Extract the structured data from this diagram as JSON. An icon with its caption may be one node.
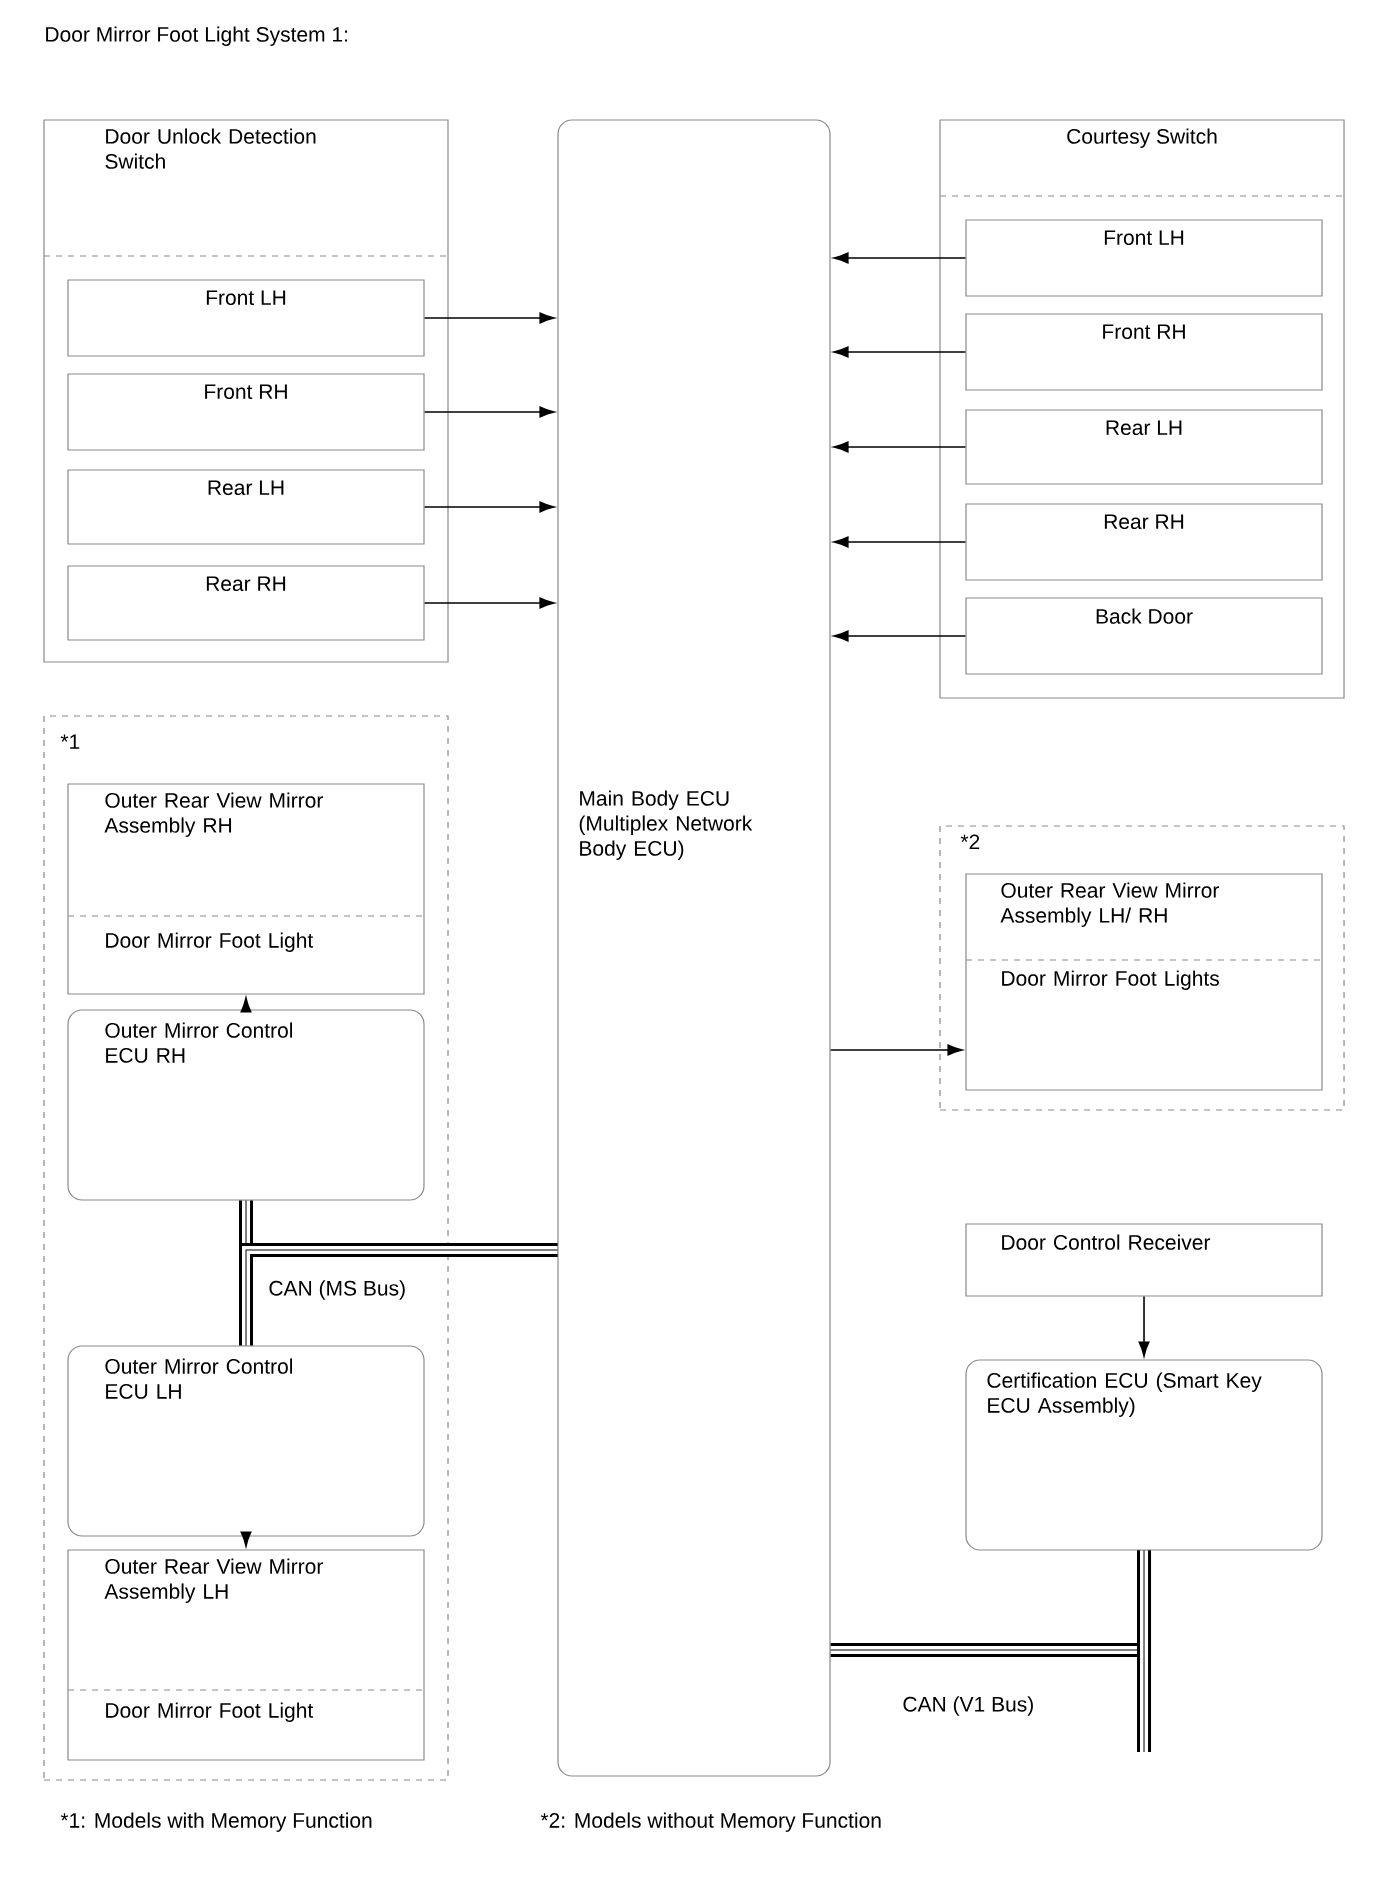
{
  "diagram": {
    "title": "Door Mirror Foot Light System 1:",
    "nodes": [
      {
        "text": [
          "Door Unlock Detection Switch"
        ]
      },
      {
        "text": [
          "Front LH"
        ],
        "in": 0
      },
      {
        "text": [
          "Front RH"
        ],
        "in": 0
      },
      {
        "text": [
          "Rear LH"
        ],
        "in": 0
      },
      {
        "text": [
          "Rear RH"
        ],
        "in": 0
      },
      {
        "text": [
          "Main Body ECU (Multiplex Network Body ECU)"
        ]
      },
      {
        "text": [
          "Courtesy Switch"
        ]
      },
      {
        "text": [
          "Front LH"
        ],
        "in": 6
      },
      {
        "text": [
          "Front RH"
        ],
        "in": 6
      },
      {
        "text": [
          "Rear LH"
        ],
        "in": 6
      },
      {
        "text": [
          "Rear RH"
        ],
        "in": 6
      },
      {
        "text": [
          "Back Door"
        ],
        "in": 6
      },
      {
        "text": [
          "*1"
        ]
      },
      {
        "text": [
          "Outer Rear View Mirror Assembly RH",
          "Door Mirror Foot Light"
        ],
        "in": 12
      },
      {
        "text": [
          "Outer Mirror Control ECU RH"
        ],
        "in": 12
      },
      {
        "text": [
          "Outer Mirror Control ECU LH"
        ],
        "in": 12
      },
      {
        "text": [
          "Outer Rear View Mirror Assembly LH",
          "Door Mirror Foot Light"
        ],
        "in": 12
      },
      {
        "text": [
          "*2"
        ]
      },
      {
        "text": [
          "Outer Rear View Mirror Assembly LH/ RH",
          "Door Mirror Foot Lights"
        ],
        "in": 17
      },
      {
        "text": [
          "Door Control Receiver"
        ]
      },
      {
        "text": [
          "Certification ECU (Smart Key ECU Assembly)"
        ]
      }
    ],
    "edges": [
      {
        "from": 1,
        "to": 5,
        "arrow": "to"
      },
      {
        "from": 2,
        "to": 5,
        "arrow": "to"
      },
      {
        "from": 3,
        "to": 5,
        "arrow": "to"
      },
      {
        "from": 4,
        "to": 5,
        "arrow": "to"
      },
      {
        "from": 7,
        "to": 5,
        "arrow": "to"
      },
      {
        "from": 8,
        "to": 5,
        "arrow": "to"
      },
      {
        "from": 9,
        "to": 5,
        "arrow": "to"
      },
      {
        "from": 10,
        "to": 5,
        "arrow": "to"
      },
      {
        "from": 11,
        "to": 5,
        "arrow": "to"
      },
      {
        "from": 14,
        "to": 13,
        "arrow": "to"
      },
      {
        "from": 15,
        "to": 16,
        "arrow": "to"
      },
      {
        "from": 5,
        "to": 18,
        "arrow": "to"
      },
      {
        "from": 19,
        "to": 20,
        "arrow": "to"
      },
      {
        "from": 5,
        "to": 14,
        "arrow": "none",
        "style": "thick",
        "label": "CAN (MS Bus)"
      },
      {
        "from": 5,
        "to": 15,
        "arrow": "none",
        "style": "thick"
      },
      {
        "from": 5,
        "to": 20,
        "arrow": "none",
        "style": "thick",
        "label": "CAN (V1 Bus)"
      },
      {
        "from": 20,
        "to": null,
        "arrow": "none",
        "style": "thick"
      }
    ],
    "labels": [
      "*1: Models with Memory Function",
      "*2: Models without Memory Function"
    ]
  }
}
